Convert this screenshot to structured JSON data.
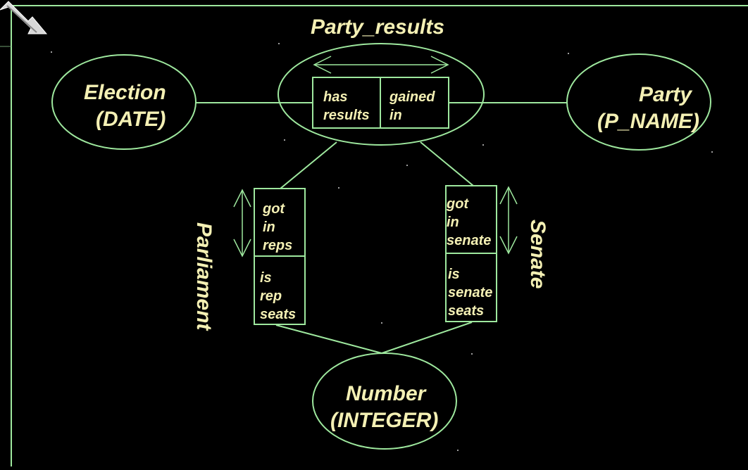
{
  "colors": {
    "background": "#000000",
    "line": "#9ee89e",
    "text": "#f4f0b4"
  },
  "corner": {
    "icon": "resize-arrow-icon"
  },
  "fact_type": {
    "title": "Party_results",
    "role_left": [
      "has",
      "results"
    ],
    "role_right": [
      "gained",
      "in"
    ]
  },
  "election": {
    "line1": "Election",
    "line2": "(DATE)"
  },
  "party": {
    "line1": "Party",
    "line2": "(P_NAME)"
  },
  "parliament": {
    "label": "Parliament",
    "role_top": [
      "got",
      "in",
      "reps"
    ],
    "role_bottom": [
      "is",
      "rep",
      "seats"
    ]
  },
  "senate": {
    "label": "Senate",
    "role_top": [
      "got",
      "in",
      "senate"
    ],
    "role_bottom": [
      "is",
      "senate",
      "seats"
    ]
  },
  "number": {
    "line1": "Number",
    "line2": "(INTEGER)"
  }
}
